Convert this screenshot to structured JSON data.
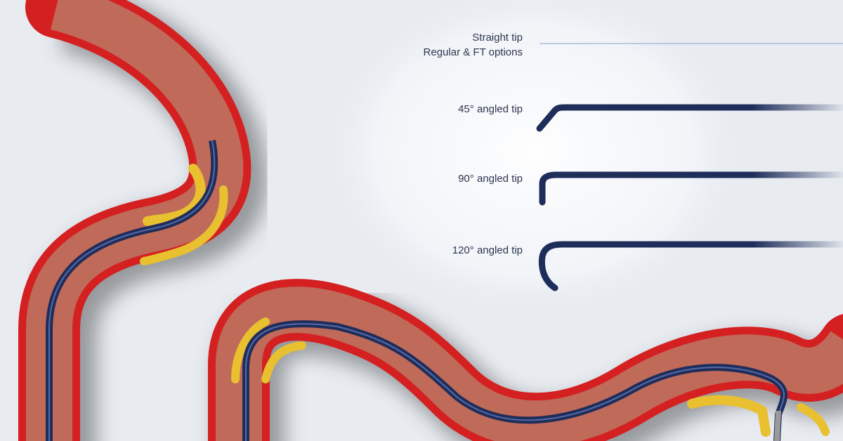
{
  "labels": {
    "straight_line1": "Straight tip",
    "straight_line2": "Regular & FT options",
    "angle45": "45° angled tip",
    "angle90": "90° angled tip",
    "angle120": "120° angled tip"
  },
  "colors": {
    "background": "#e8ecf1",
    "vessel_wall": "#d42020",
    "vessel_lumen": "#c06a5a",
    "plaque": "#e8c030",
    "guidewire": "#1e2d5a"
  },
  "icons": {
    "straight_tip": "guidewire-straight-icon",
    "tip_45": "guidewire-45-icon",
    "tip_90": "guidewire-90-icon",
    "tip_120": "guidewire-120-icon"
  }
}
